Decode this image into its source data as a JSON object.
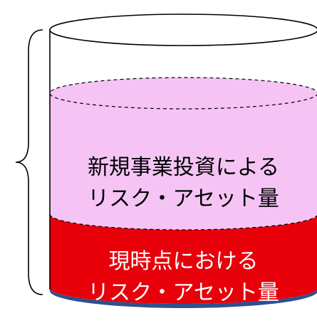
{
  "diagram": {
    "new_business": {
      "line1": "新規事業投資による",
      "line2": "リスク・アセット量",
      "fill_color": "#F5C4F5"
    },
    "current": {
      "line1": "現時点における",
      "line2": "リスク・アセット量",
      "fill_color": "#E8000B",
      "base_color": "#2F4F8F"
    },
    "outline_color": "#000000"
  }
}
